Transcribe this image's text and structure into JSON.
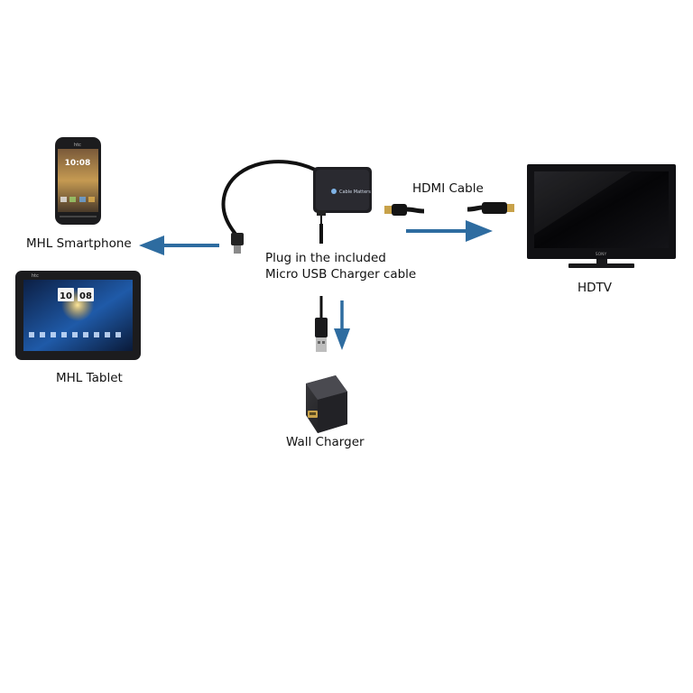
{
  "colors": {
    "arrow": "#2e6ca0",
    "device_body": "#1c1c1e",
    "screen_dark": "#0b0b0d",
    "label_text": "#111111"
  },
  "devices": {
    "smartphone": {
      "label": "MHL Smartphone",
      "clock_hours": "10",
      "clock_minutes": "08",
      "brand": "htc"
    },
    "tablet": {
      "label": "MHL Tablet",
      "clock_hours": "10",
      "clock_minutes": "08",
      "brand": "htc"
    },
    "hdtv": {
      "label": "HDTV",
      "brand": "SONY"
    },
    "wall_charger": {
      "label": "Wall Charger"
    }
  },
  "connections": {
    "hdmi_cable": {
      "label": "HDMI Cable"
    },
    "usb_charger_cable": {
      "label_line1": "Plug in the included",
      "label_line2": "Micro USB Charger cable"
    },
    "adapter": {
      "brand": "Cable Matters"
    }
  },
  "icons": {
    "left_arrow": "arrow-left-icon",
    "right_arrow": "arrow-right-icon",
    "down_arrow": "arrow-down-icon"
  }
}
